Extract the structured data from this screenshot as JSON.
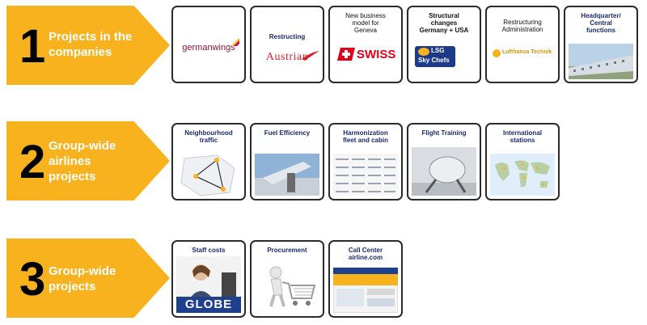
{
  "rows": [
    {
      "number": "1",
      "label_lines": [
        "Projects in the",
        "companies"
      ]
    },
    {
      "number": "2",
      "label_lines": [
        "Group-wide",
        "airlines",
        "projects"
      ]
    },
    {
      "number": "3",
      "label_lines": [
        "Group-wide",
        "projects"
      ]
    }
  ],
  "row1_cards": {
    "germanwings": {
      "logo": "germanwings"
    },
    "austrian": {
      "title": "Restructing",
      "logo": "Austrian"
    },
    "swiss": {
      "title_lines": [
        "New business",
        "model for",
        "Geneva"
      ],
      "logo": "SWISS"
    },
    "structural": {
      "title_lines": [
        "Structural",
        "changes",
        "Germany + USA"
      ],
      "logo_lines": [
        "LSG",
        "Sky Chefs"
      ]
    },
    "restructuring_admin": {
      "title_lines": [
        "Restructuring",
        "Administration"
      ],
      "logo": "Lufthansa Technik"
    },
    "headquarter": {
      "title_lines": [
        "Headquarter/",
        "Central",
        "functions"
      ]
    }
  },
  "row2_cards": {
    "neighbourhood": {
      "title_lines": [
        "Neighbourhood",
        "traffic"
      ]
    },
    "fuel": {
      "title": "Fuel Efficiency"
    },
    "harmonization": {
      "title_lines": [
        "Harmonization",
        "fleet and cabin"
      ]
    },
    "flight_training": {
      "title": "Flight Training"
    },
    "international": {
      "title_lines": [
        "International",
        "stations"
      ]
    }
  },
  "row3_cards": {
    "staff": {
      "title": "Staff costs",
      "logo": "GLOBE"
    },
    "procurement": {
      "title": "Procurement"
    },
    "call_center": {
      "title_lines": [
        "Call Center",
        "airline.com"
      ]
    }
  },
  "colors": {
    "arrow": "#f7b21e",
    "card_border": "#2a2a2a",
    "title": "#1a2a6c",
    "swiss_red": "#e2001a",
    "austrian_red": "#d5262f",
    "lsg_blue": "#1b3a8c"
  }
}
